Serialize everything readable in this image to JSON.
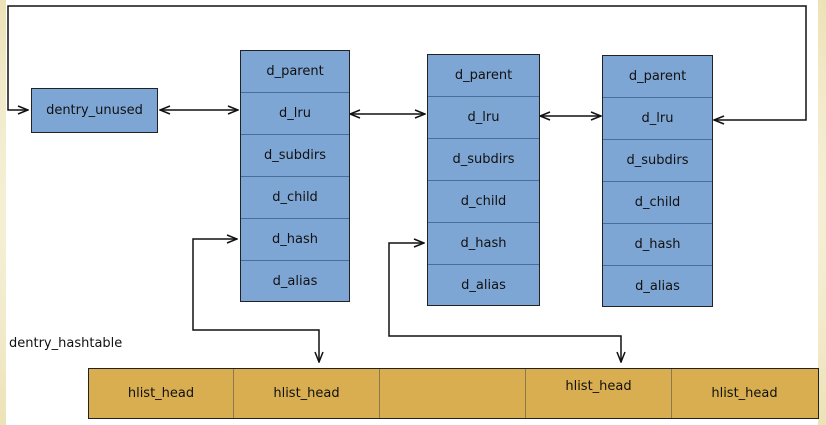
{
  "unused_list": {
    "label": "dentry_unused"
  },
  "dentries": [
    {
      "fields": [
        "d_parent",
        "d_lru",
        "d_subdirs",
        "d_child",
        "d_hash",
        "d_alias"
      ]
    },
    {
      "fields": [
        "d_parent",
        "d_lru",
        "d_subdirs",
        "d_child",
        "d_hash",
        "d_alias"
      ]
    },
    {
      "fields": [
        "d_parent",
        "d_lru",
        "d_subdirs",
        "d_child",
        "d_hash",
        "d_alias"
      ]
    }
  ],
  "hashtable": {
    "label": "dentry_hashtable",
    "slots": [
      "hlist_head",
      "hlist_head",
      "",
      "hlist_head",
      "hlist_head"
    ]
  },
  "colors": {
    "dentry_fill": "#7ea6d4",
    "hash_fill": "#d9ae50",
    "outline": "#222222"
  }
}
